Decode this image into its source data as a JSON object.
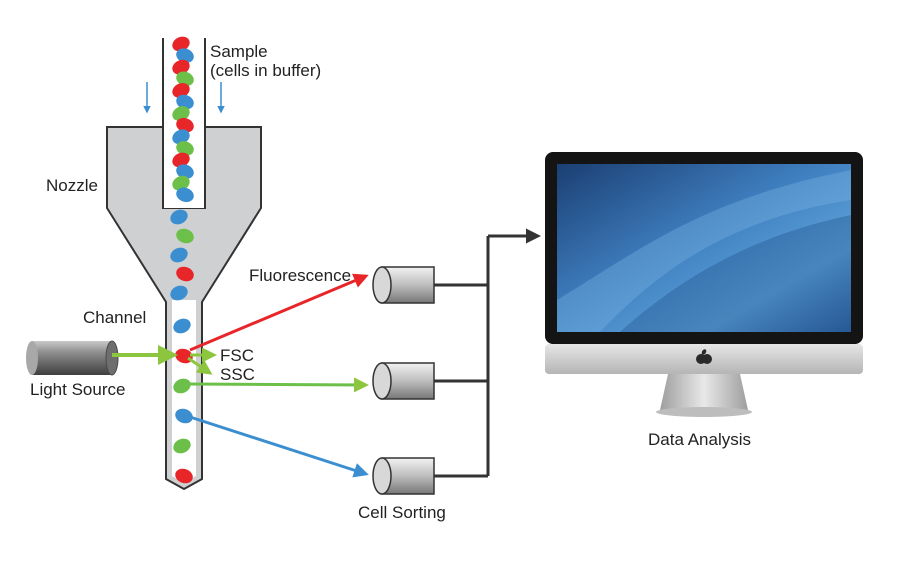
{
  "labels": {
    "sample_line1": "Sample",
    "sample_line2": "(cells in buffer)",
    "nozzle": "Nozzle",
    "channel": "Channel",
    "light_source": "Light Source",
    "fsc": "FSC",
    "ssc": "SSC",
    "fluorescence": "Fluorescence",
    "cell_sorting": "Cell Sorting",
    "data_analysis": "Data Analysis"
  },
  "colors": {
    "red_cell": "#e8262a",
    "blue_cell": "#3b8fd1",
    "green_cell": "#6cc04a",
    "fluorescence_arrow": "#e8262a",
    "scatter_arrow": "#8cc63f",
    "sorting_arrow": "#3b8fd1",
    "flow_arrow": "#3b8fd1",
    "nozzle_fill": "#cfd0d1",
    "wire": "#333333"
  },
  "icons": [
    "light-source-cylinder-icon",
    "detector-cylinder-icon",
    "imac-monitor-icon",
    "apple-logo-icon"
  ],
  "sample_tube_cells": [
    "red",
    "blue",
    "red",
    "green",
    "red",
    "blue",
    "green",
    "red",
    "blue",
    "green",
    "red",
    "blue",
    "green",
    "blue"
  ],
  "nozzle_cells": [
    "blue",
    "green",
    "blue",
    "red",
    "blue"
  ],
  "channel_cells": [
    "blue",
    "red",
    "green",
    "blue",
    "green",
    "red"
  ]
}
